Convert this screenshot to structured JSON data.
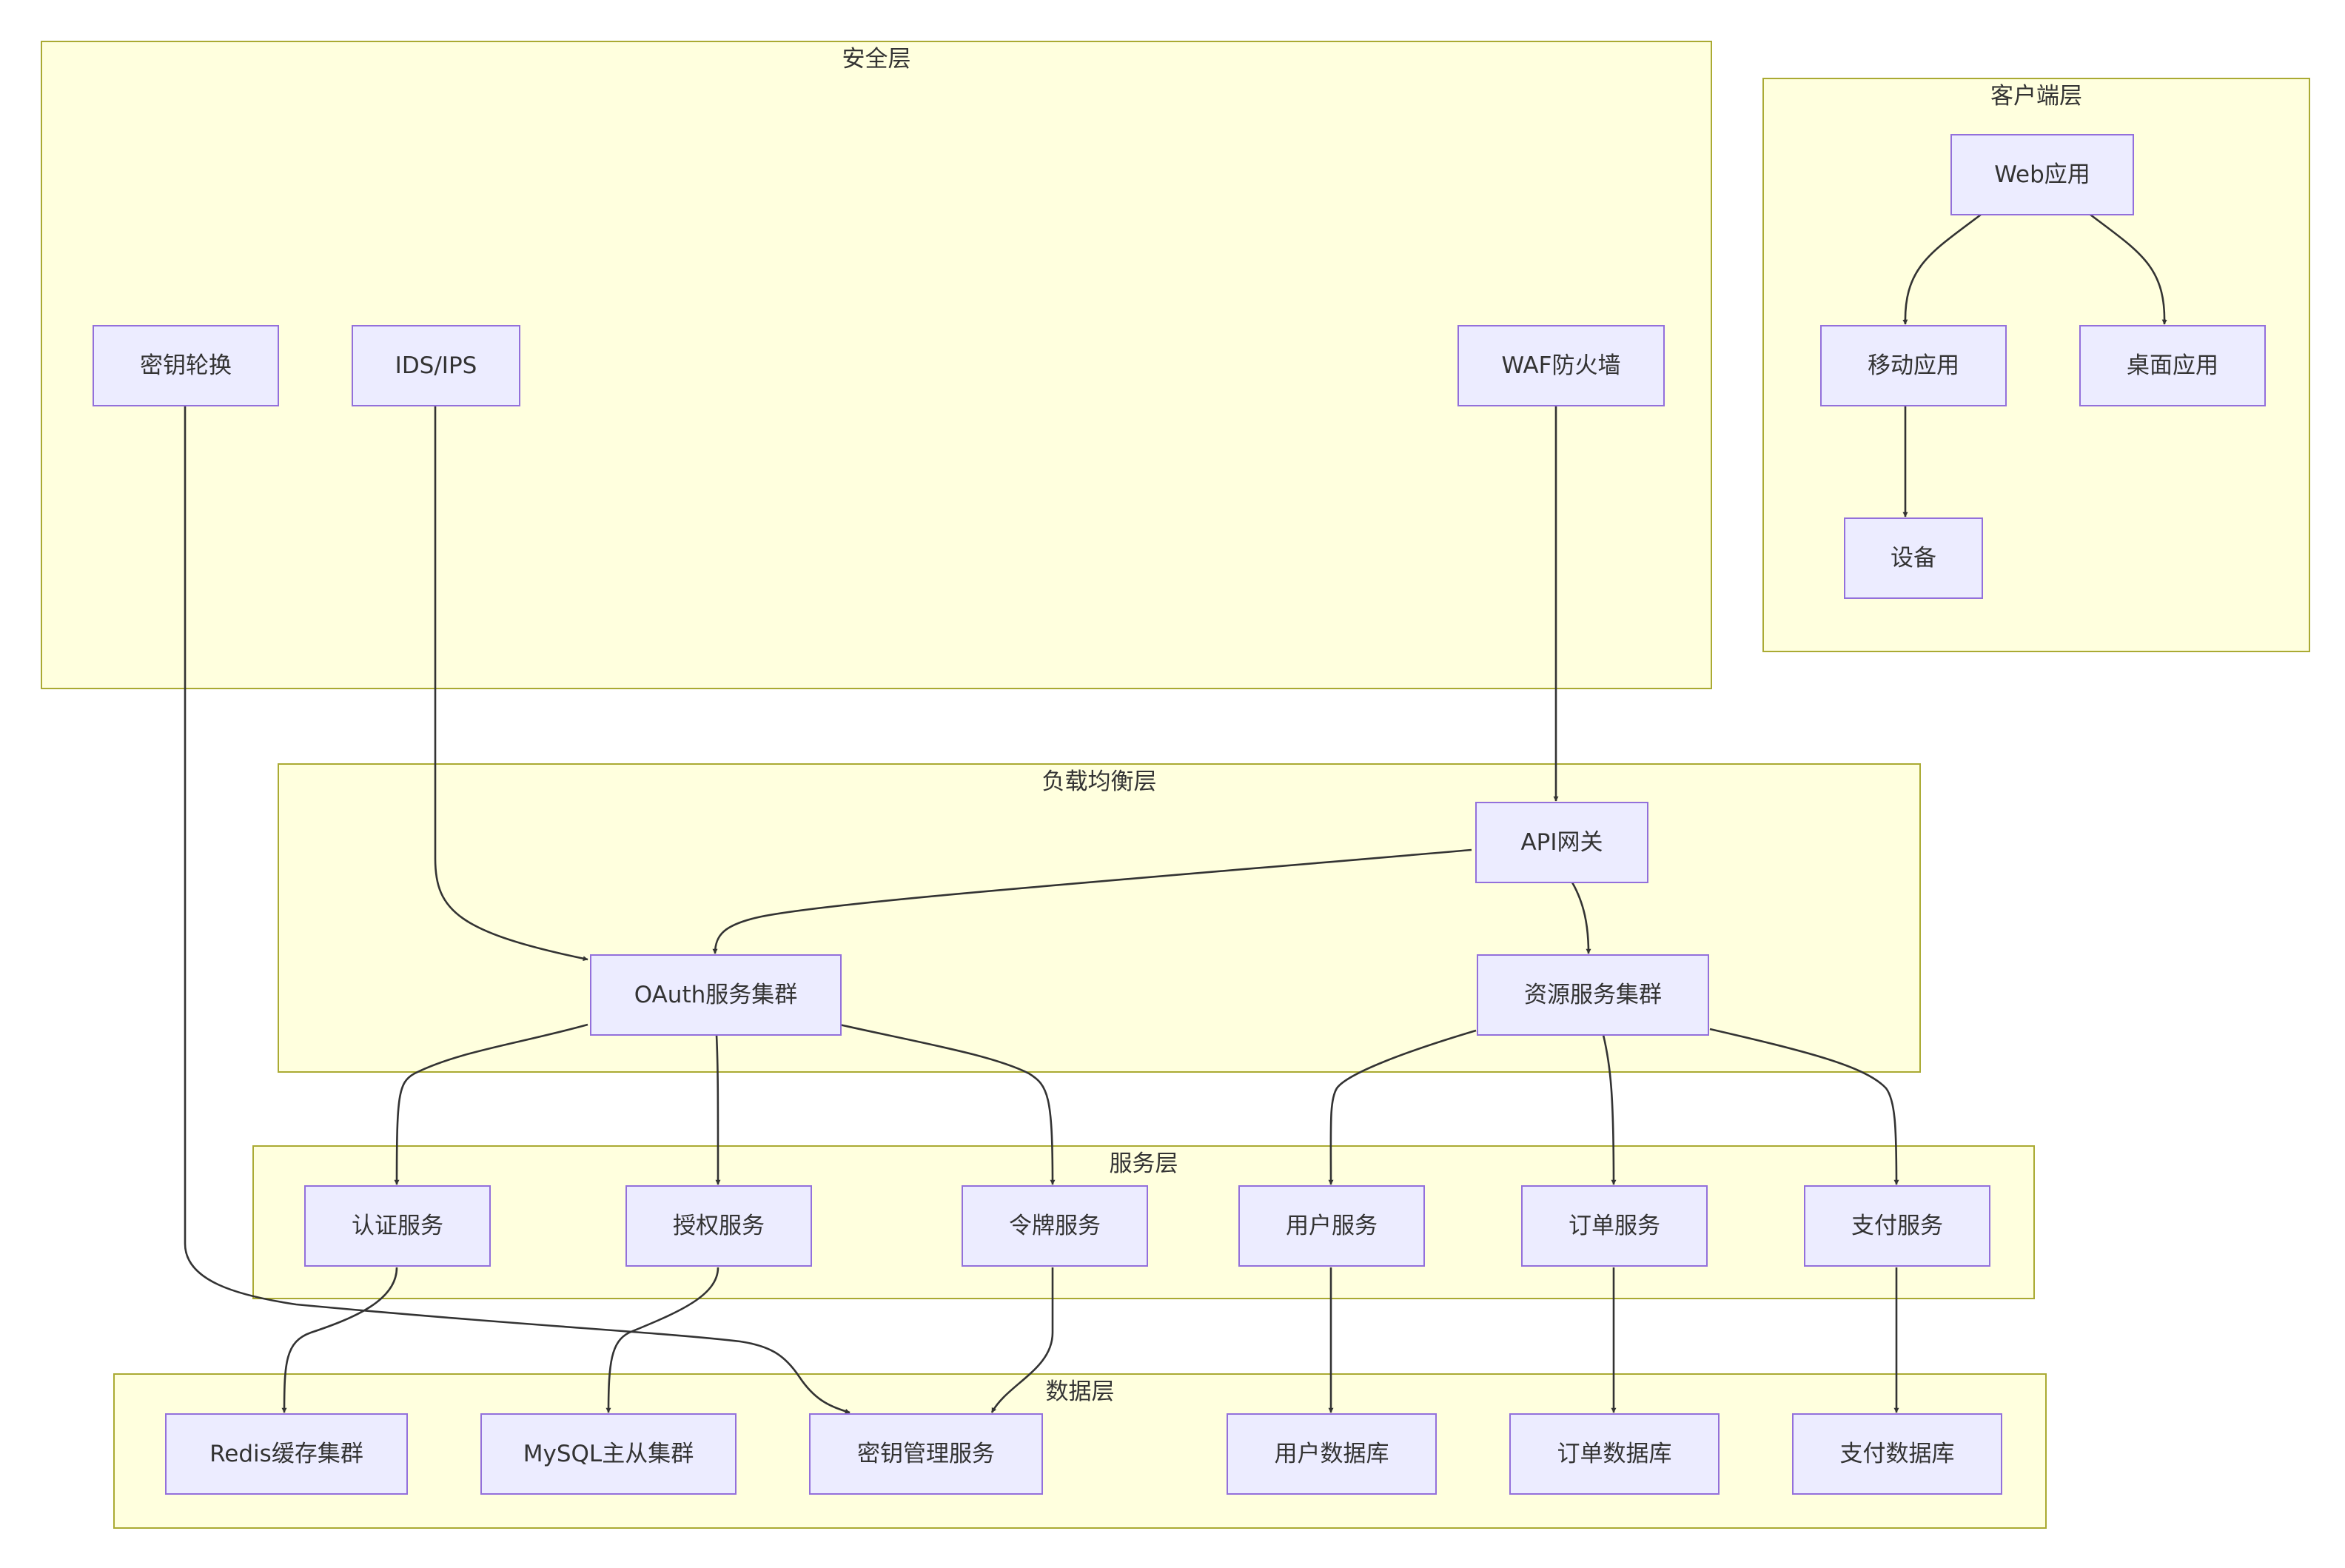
{
  "clusters": {
    "security": "安全层",
    "client": "客户端层",
    "load_balancer": "负载均衡层",
    "service": "服务层",
    "data": "数据层"
  },
  "nodes": {
    "key_rotation": "密钥轮换",
    "ids_ips": "IDS/IPS",
    "waf": "WAF防火墙",
    "web_app": "Web应用",
    "mobile_app": "移动应用",
    "desktop_app": "桌面应用",
    "device": "设备",
    "api_gateway": "API网关",
    "oauth_cluster": "OAuth服务集群",
    "resource_cluster": "资源服务集群",
    "auth_service": "认证服务",
    "authorization_service": "授权服务",
    "token_service": "令牌服务",
    "user_service": "用户服务",
    "order_service": "订单服务",
    "payment_service": "支付服务",
    "redis_cluster": "Redis缓存集群",
    "mysql_cluster": "MySQL主从集群",
    "key_management": "密钥管理服务",
    "user_db": "用户数据库",
    "order_db": "订单数据库",
    "payment_db": "支付数据库"
  },
  "edges": [
    {
      "from": "web_app",
      "to": "mobile_app"
    },
    {
      "from": "web_app",
      "to": "desktop_app"
    },
    {
      "from": "mobile_app",
      "to": "device"
    },
    {
      "from": "waf",
      "to": "api_gateway"
    },
    {
      "from": "ids_ips",
      "to": "oauth_cluster"
    },
    {
      "from": "api_gateway",
      "to": "oauth_cluster"
    },
    {
      "from": "api_gateway",
      "to": "resource_cluster"
    },
    {
      "from": "oauth_cluster",
      "to": "auth_service"
    },
    {
      "from": "oauth_cluster",
      "to": "authorization_service"
    },
    {
      "from": "oauth_cluster",
      "to": "token_service"
    },
    {
      "from": "resource_cluster",
      "to": "user_service"
    },
    {
      "from": "resource_cluster",
      "to": "order_service"
    },
    {
      "from": "resource_cluster",
      "to": "payment_service"
    },
    {
      "from": "auth_service",
      "to": "redis_cluster"
    },
    {
      "from": "authorization_service",
      "to": "mysql_cluster"
    },
    {
      "from": "token_service",
      "to": "key_management"
    },
    {
      "from": "key_rotation",
      "to": "key_management"
    },
    {
      "from": "user_service",
      "to": "user_db"
    },
    {
      "from": "order_service",
      "to": "order_db"
    },
    {
      "from": "payment_service",
      "to": "payment_db"
    }
  ],
  "colors": {
    "cluster_fill": "#ffffde",
    "cluster_stroke": "#aaaa33",
    "node_fill": "#ececff",
    "node_stroke": "#9370db",
    "edge": "#333333"
  }
}
